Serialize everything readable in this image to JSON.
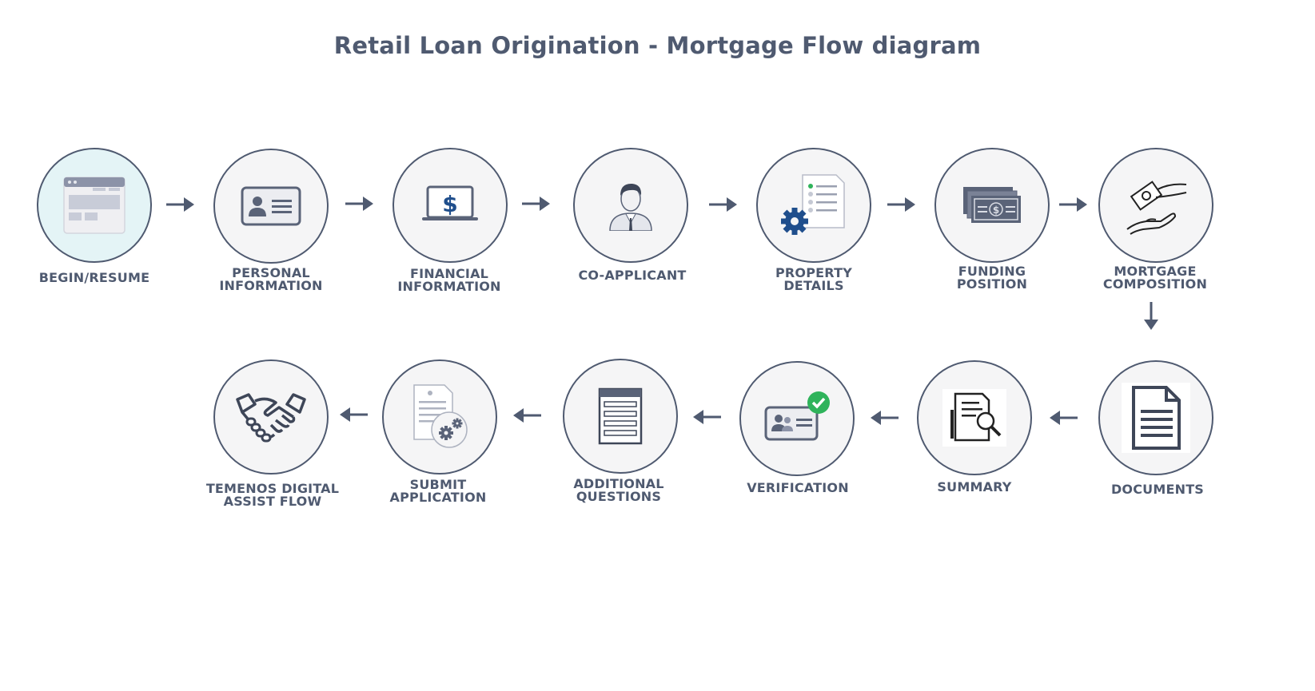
{
  "title": "Retail Loan Origination - Mortgage Flow diagram",
  "colors": {
    "stroke": "#4f5a70",
    "node_fill": "#f5f5f6",
    "first_node_fill": "#e4f4f6",
    "accent_blue": "#1f4e8c",
    "check_green": "#2fb35b"
  },
  "steps": [
    {
      "label": "BEGIN/RESUME",
      "icon": "browser-window-icon"
    },
    {
      "label": "PERSONAL\nINFORMATION",
      "icon": "id-card-icon"
    },
    {
      "label": "FINANCIAL\nINFORMATION",
      "icon": "laptop-dollar-icon"
    },
    {
      "label": "CO-APPLICANT",
      "icon": "person-icon"
    },
    {
      "label": "PROPERTY\nDETAILS",
      "icon": "document-gear-icon"
    },
    {
      "label": "FUNDING\nPOSITION",
      "icon": "banknotes-icon"
    },
    {
      "label": "MORTGAGE\nCOMPOSITION",
      "icon": "hand-money-icon"
    },
    {
      "label": "DOCUMENTS",
      "icon": "document-icon"
    },
    {
      "label": "SUMMARY",
      "icon": "document-magnifier-icon"
    },
    {
      "label": "VERIFICATION",
      "icon": "id-card-check-icon"
    },
    {
      "label": "ADDITIONAL\nQUESTIONS",
      "icon": "form-list-icon"
    },
    {
      "label": "SUBMIT\nAPPLICATION",
      "icon": "document-cogs-icon"
    },
    {
      "label": "TEMENOS DIGITAL\nASSIST FLOW",
      "icon": "handshake-icon"
    }
  ]
}
